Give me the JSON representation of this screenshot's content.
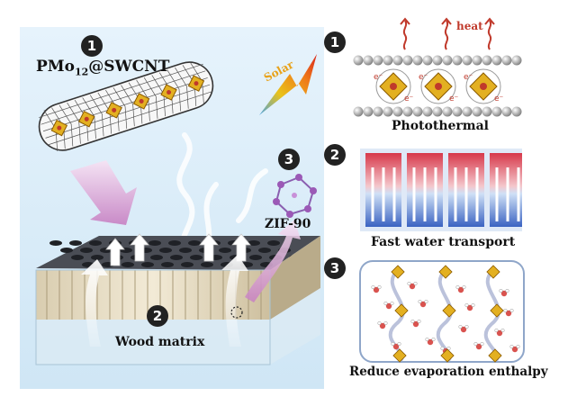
{
  "left_panel": {
    "title_prefix": "PMo",
    "title_sub": "12",
    "title_suffix": "@SWCNT",
    "solar_label": "Solar",
    "zif_label": "ZIF-90",
    "wood_label": "Wood  matrix",
    "markers": [
      "1",
      "2",
      "3"
    ]
  },
  "right_panel": {
    "markers": [
      "1",
      "2",
      "3"
    ],
    "heat_label": "heat",
    "electron_label": "e⁻",
    "photothermal_label": "Photothermal",
    "water_transport_label": "Fast water transport",
    "enthalpy_label": "Reduce evaporation  enthalpy"
  },
  "colors": {
    "bg_left": "#dff0fb",
    "heat": "#c0392b",
    "solar": "#e8a21a",
    "polyoxometalate": "#e3b021",
    "water_red": "#d9534f",
    "water_blue": "#2f5fb8"
  }
}
